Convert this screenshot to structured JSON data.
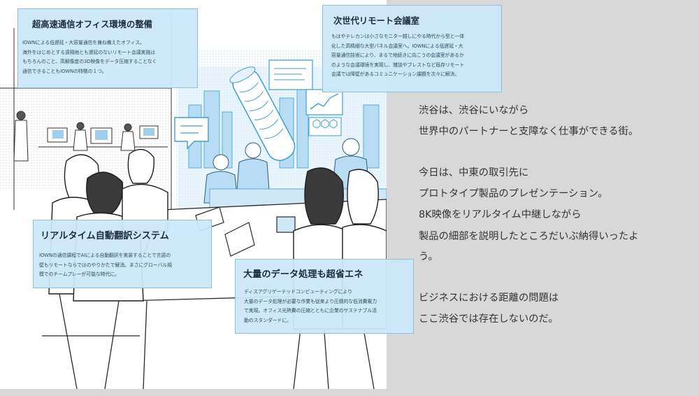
{
  "callouts": {
    "office": {
      "title": "超高速通信オフィス環境の整備",
      "lines": [
        "IOWNによる低遅延・大容量通信を兼ね備えたオフィス。",
        "海外をはじめとする遠隔地とも遅延のないリモート会議実施は",
        "もちろんのこと、高解像度の3D映像をデータ圧縮することなく",
        "通信できることもIOWNの特徴の１つ。"
      ]
    },
    "remote": {
      "title": "次世代リモート会議室",
      "lines": [
        "もはやテレカンは小さなモニター越しにやる時代から型と一体",
        "化した高精細な大型パネル会議室へ。IOWNによる低遅延・大",
        "容量通信技術により、まるで地続きに向こうの会議室があるか",
        "のような会議環境を実現し、雑談やブレストなど既存リモート",
        "会議では障壁があるコミュニケーション課題を次々に解決。"
      ]
    },
    "translation": {
      "title": "リアルタイム自動翻訳システム",
      "lines": [
        "IOWNの通信課程でAIによる自動翻訳を実装することで言語の",
        "壁もリモートならではのやりかたで解消。まさにグローバル規",
        "模でのチームプレーが可能な時代に。"
      ]
    },
    "data": {
      "title": "大量のデータ処理も超省エネ",
      "lines": [
        "ディスアグリゲーテッドコンピューティングにより",
        "大量のデータ処理が必要な作業も従来より圧倒的な低消費電力",
        "で実現。オフィス光熱費の圧縮とともに企業のサステナブル活",
        "動のスタンダードに。"
      ]
    }
  },
  "narrative": {
    "lines": [
      "渋谷は、渋谷にいながら",
      "世界中のパートナーと支障なく仕事ができる街。",
      "",
      "今日は、中東の取引先に",
      "プロトタイプ製品のプレゼンテーション。",
      "8K映像をリアルタイム中継しながら",
      "製品の細部を説明したところだいぶ納得いったよ",
      "う。",
      "",
      "ビジネスにおける距離の問題は",
      "ここ渋谷では存在しないのだ。"
    ]
  },
  "colors": {
    "panel_bg": "#d8d8d8",
    "callout_fill": "#cde8fa",
    "callout_border": "#8cc0e0",
    "accent_blue": "#3e9fd6",
    "ink": "#2a2a2a"
  },
  "icons": [
    "chat-bubble-icon",
    "presentation-board-icon",
    "line-chart-icon",
    "data-cylinder-icon",
    "laptop-icon"
  ]
}
